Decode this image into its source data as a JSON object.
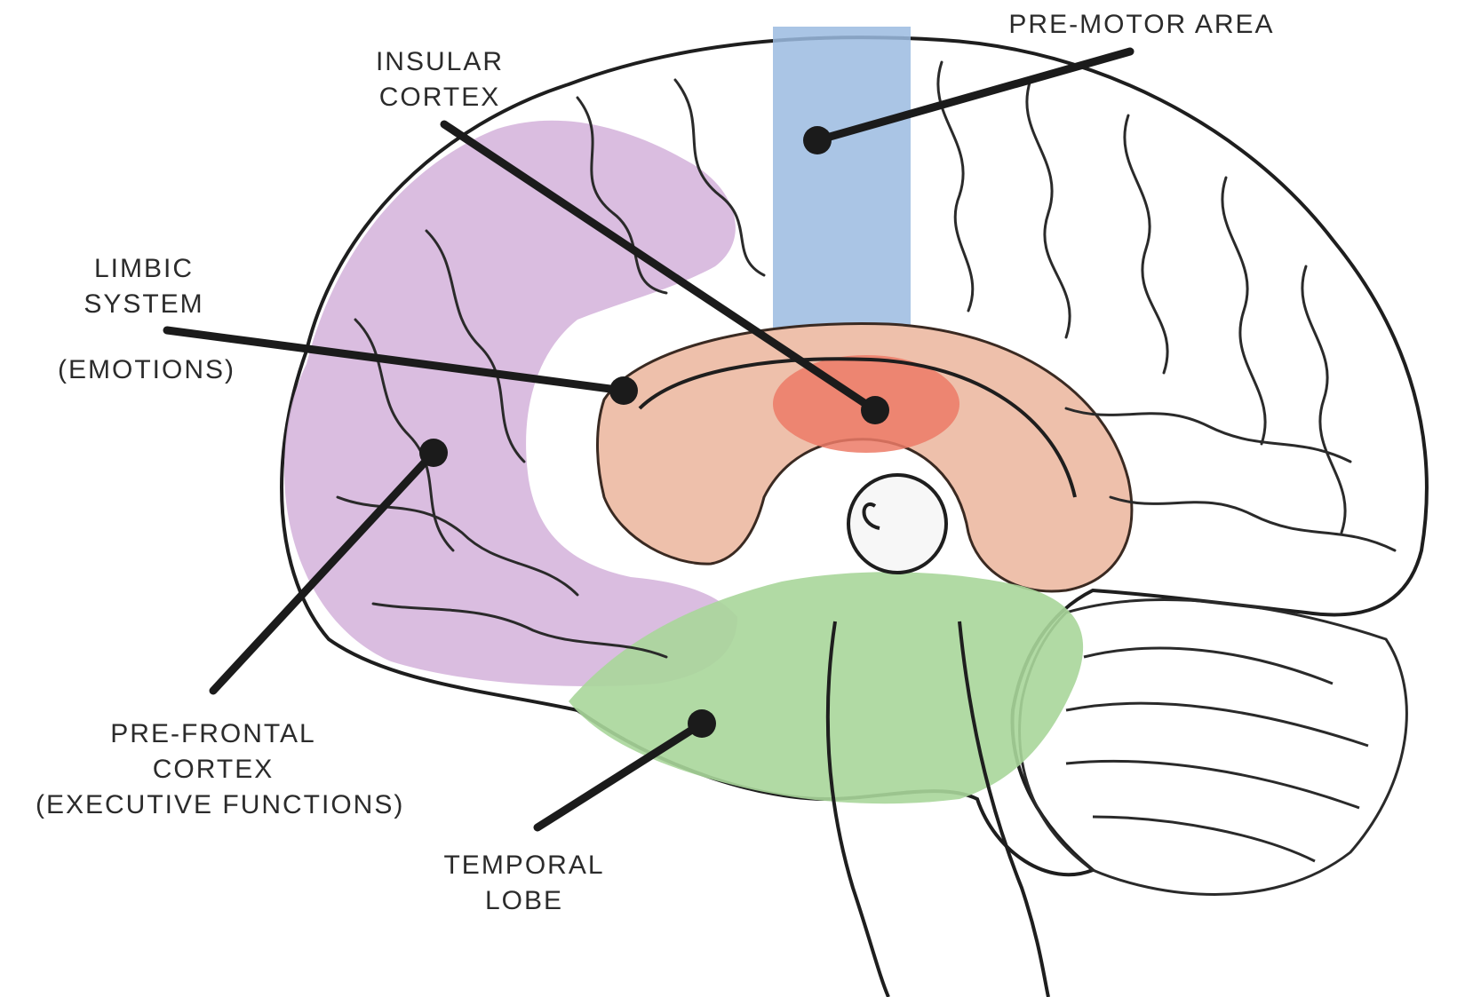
{
  "labels": {
    "insular_cortex": [
      "INSULAR",
      "CORTEX"
    ],
    "pre_motor_area": "PRE-MOTOR AREA",
    "limbic_system": [
      "LIMBIC",
      "SYSTEM"
    ],
    "limbic_note": "(EMOTIONS)",
    "pre_frontal_cortex": [
      "PRE-FRONTAL",
      "CORTEX"
    ],
    "pre_frontal_note": "(EXECUTIVE FUNCTIONS)",
    "temporal_lobe": [
      "TEMPORAL",
      "LOBE"
    ]
  },
  "colors": {
    "pre_frontal_cortex": "#d6b6dd",
    "pre_motor_area": "#9bbbe0",
    "insular_cortex": "#ec7a66",
    "limbic_system": "#eec0ab",
    "temporal_lobe": "#a9d69a",
    "leader_line": "#1b1b1b",
    "outline": "#1e1e1e",
    "label_text": "#2b2b2b"
  }
}
